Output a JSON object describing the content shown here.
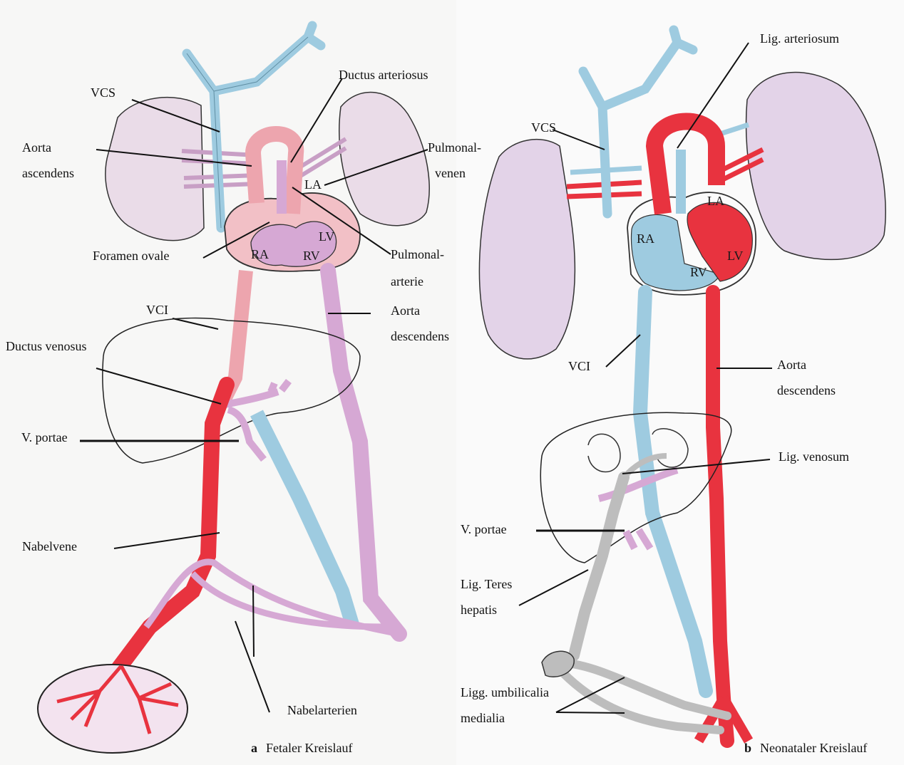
{
  "panel_a": {
    "caption_letter": "a",
    "caption_text": "Fetaler Kreislauf",
    "labels": {
      "vcs": "VCS",
      "aorta_asc_1": "Aorta",
      "aorta_asc_2": "ascendens",
      "ductus_arteriosus": "Ductus arteriosus",
      "pulmonalvenen_1": "Pulmonal-",
      "pulmonalvenen_2": "venen",
      "foramen_ovale": "Foramen ovale",
      "pulmonalarterie_1": "Pulmonal-",
      "pulmonalarterie_2": "arterie",
      "vci": "VCI",
      "aorta_desc_1": "Aorta",
      "aorta_desc_2": "descendens",
      "ductus_venosus": "Ductus venosus",
      "v_portae": "V. portae",
      "nabelvene": "Nabelvene",
      "nabelarterien": "Nabelarterien"
    },
    "chambers": {
      "la": "LA",
      "lv": "LV",
      "ra": "RA",
      "rv": "RV"
    }
  },
  "panel_b": {
    "caption_letter": "b",
    "caption_text": "Neonataler Kreislauf",
    "labels": {
      "lig_arteriosum": "Lig. arteriosum",
      "vcs": "VCS",
      "vci": "VCI",
      "aorta_desc_1": "Aorta",
      "aorta_desc_2": "descendens",
      "lig_venosum": "Lig. venosum",
      "v_portae": "V. portae",
      "lig_teres_1": "Lig. Teres",
      "lig_teres_2": "hepatis",
      "ligg_umb_1": "Ligg. umbilicalia",
      "ligg_umb_2": "medialia"
    },
    "chambers": {
      "la": "LA",
      "lv": "LV",
      "ra": "RA",
      "rv": "RV"
    }
  },
  "colors": {
    "arterial_red": "#e8333f",
    "venous_blue": "#9ecbe0",
    "mixed_purple": "#d6a8d4",
    "mixed_pink": "#eda5ae",
    "lung_fill": "#e6d4e8",
    "ligament_grey": "#bdbdbd",
    "outline": "#222222"
  }
}
